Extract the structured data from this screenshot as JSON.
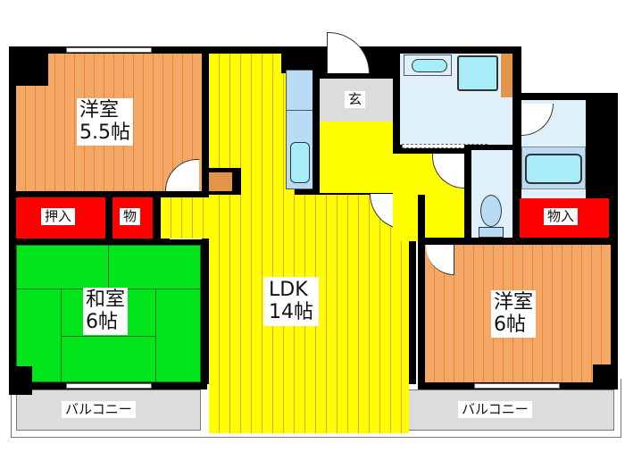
{
  "floor_plan": {
    "rooms": [
      {
        "id": "western-room-1",
        "type": "洋室",
        "size": "5.5帖"
      },
      {
        "id": "japanese-room",
        "type": "和室",
        "size": "6帖"
      },
      {
        "id": "ldk",
        "type": "LDK",
        "size": "14帖"
      },
      {
        "id": "western-room-2",
        "type": "洋室",
        "size": "6帖"
      }
    ],
    "entrance": {
      "label": "玄"
    },
    "storage": {
      "closet_oshiire": "押入",
      "storage_mono_small": "物",
      "storage_mono_right": "物入"
    },
    "balconies": [
      {
        "id": "balcony-left",
        "label": "バルコニー"
      },
      {
        "id": "balcony-right",
        "label": "バルコニー"
      }
    ],
    "colors": {
      "western_room": "#f4a868",
      "ldk": "#ffff00",
      "japanese_room": "#00e61a",
      "storage": "#ff0000",
      "entrance": "#dcdcdc",
      "wet_area": "#dff0fb",
      "wall": "#000000"
    }
  }
}
